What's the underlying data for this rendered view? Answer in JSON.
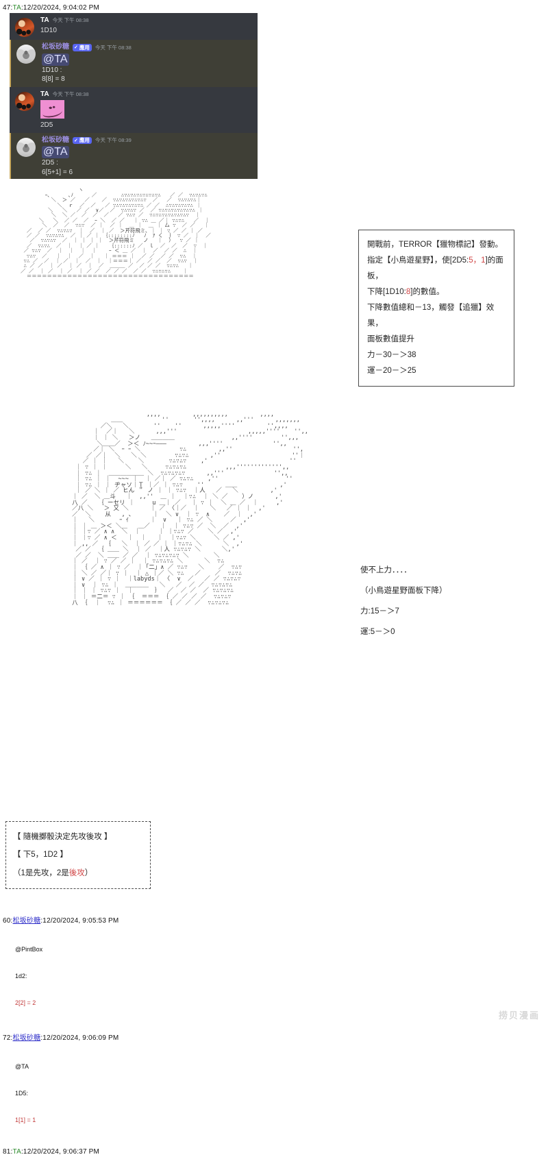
{
  "top_log": {
    "index": "47:",
    "speaker": "TA",
    "timestamp": ":12/20/2024, 9:04:02 PM"
  },
  "discord": {
    "messages": [
      {
        "id": "msg-ta-1d10",
        "author": "TA",
        "author_type": "user",
        "badge": null,
        "badge_check": null,
        "timestamp": "今天 下午 08:38",
        "mention": null,
        "text": "1D10",
        "has_sticker": false,
        "avatar": "avatar-ta"
      },
      {
        "id": "msg-bot-1d10",
        "author": "松坂砂糖",
        "author_type": "bot",
        "badge": "應用",
        "badge_check": "✓",
        "timestamp": "今天 下午 08:38",
        "mention": "@TA",
        "text": "1D10 :\n8[8] = 8",
        "has_sticker": false,
        "avatar": "avatar-bot"
      },
      {
        "id": "msg-ta-2d5",
        "author": "TA",
        "author_type": "user",
        "badge": null,
        "badge_check": null,
        "timestamp": "今天 下午 08:38",
        "mention": null,
        "text": "2D5",
        "has_sticker": true,
        "avatar": "avatar-ta"
      },
      {
        "id": "msg-bot-2d5",
        "author": "松坂砂糖",
        "author_type": "bot",
        "badge": "應用",
        "badge_check": "✓",
        "timestamp": "今天 下午 08:39",
        "mention": "@TA",
        "text": "2D5 :\n6[5+1] = 6",
        "has_sticker": false,
        "avatar": "avatar-bot"
      }
    ]
  },
  "ascii_art": {
    "top": "                   ヽ                                                         \n        ｰ､      ､ﾉ      ／        ∴∵∴∵∴∵∴∵∴∵∴∵∴   ／ ／  ∵∴∵∴∵∴\n          ＼  ＞ ／   ／    ／  ∵∴∵∴∵∴∵∴∵∴∵  ／   ／  ∵∴∵∴∵∴｜\n            ＼  ｒ  ／  ／   ／ ∵∴∵∴∵∴∵∴∵∴ ／ ／  ∴∵∴∵∴∵∴∵∴ ｜\n         ＼   ＼   ／ ／  ∨／  ／  ∵∴∵∴∵ ／  ／ ∵∴∵∴∵∴∵∴∵∴∵∴ ｜\n          ＼  ＼ ／  ／  ／  ／   ／ ∵∴∵ ／  ∵∴∵∴∵∴∵∴∵∴∵∴∵  ｜\n      ＼   ＼  ／ ／  ／  ｰ ＼  ／ ／   ｜ ∵∴ ＿ ／｜ ∵∴∵∴   ／  ｜\n       ＼  ／  ／  ∵∴∵  ／ ｜  ／ ｜  ＿ ｜  ＿ ｜ 厶 ∵  ／ ／   ｜\n  ／  ／ ／  ∵∴∵∴∵  ｜  ／  ｜ ／  ＞芹符飛ミ､ ｜ ｜ ∵ ／ ／ ｜ ／\n  ／ ／  ∵∴∵∴∵∴  ／ ｜ ／ ｜ ｛::::::::ﾉ   ﾉ  ｱ く  ｝ ∵ ／  ｜  ／\n   ／  ∵∴∵∴∵  ／  ｜ ｜ ｜ ｜  ＞芹符飛ミ   ノ   ｜  ）  ∵ ／ ｜\n  ／  ∵∴∵∴  ／  ｜  ｜ ／ ｜   ｛::::::ﾉ ／  ｌ  ／  ／  ／  ∵  ｜\n ／ ∵∴∵  ／  ｜  ｜  ｜  ｜    ｰ ＜ ＿ ／  ｜  ／  ／ ／  ∴  ｜\n  ∵∴∵  ／   ｜  ｜  ／  ｜   ｜ ＝＝＝ ｜  ／ ／  ／ ／  ∵∴  ｜\n ∵∴ ／  ／  ｜ ／  ｜  ／  ｜  ｜＝＝＝｜ ／  ／ ／  ／  ∵∴∵  ｜\n ∴ ／ ／  ｜ ／  ｜ ／  ｜  ／  ＿＿＿ ／  ／ ／ ／  ∵∴∵∴   ｜\n／ ／  ｜ ／  ｜ ／  ｜ ／ ／  ／ ／ ／  ／ ／  ∵∴∵∴∵∴    ｜\n  ＝＝＝＝＝＝＝＝＝＝＝＝＝＝＝＝＝＝＝＝＝＝＝＝＝＝＝＝＝＝＝＝＝",
    "mid": "                      ,,,,         ,,,,,,,,,,         ,,,,\n            ＿＿           ''       '',,,,      ,,'''      ,,,,,,,\n         ／＼   ＼       ''    ''      ,,,,,''''         '',,,,\n       ｜  ／｜   ＼      ,,,'''                    ,,,,,''''    '',,\n       ｜ ｜ ＼   ＞ノ   ＿＿＿＿                ,,''''        '',,,\n        ＼＿＿／  ＞＜ ﾉ~~ｰ―――         ,,,''''              '',,\n       ／｜ ＼  ｰ ｰ ＼           ∵∴         ,,''                 '',\n     ／ ／｜  ＼   ＼ ＼        ∵∴∵∴      ,''                    ''｜\n    ／ ｜ ｜   ＼    ＼       ∵∴∵∴∵    ,'                       ''\n  ｜ ∵ ｜ ｜     ＼   ＼     ∵∴∵∴∵∴           ,,,''''''''''''',,\n  ｜ ∵∴ ｜  ＿＿＿＿＿＿ ＼  ∵∴∵∴∵∴∵      ,,'''              '',,\n  ｜ ∵∴ ｜ ｜  ~~~ ｜  ｜ ／｜ ／ ∵∴∵∴    ,''                   ''\n  ｜ ∵∴ ｜ ｜ ヂャソ｜Ｔ ｜／ ｜ ∵∴∵    ''      ＿＿            ,'\n  ｜ ／ ＼ ｜ ／ ヒん ＂ ノ ｜ ｜ ∵∴∵  ｜人   ／   ＼         ,'\n ｜ ／  ＼ ＿斗   ｜  ,,''  ＿ ｜  ｜∵∴  ｜ ＼ ／    ）ノ      ,'\n 八 ／   ｛ ーセリ ｜     u ＿｜ ／   ｜ ∵ ｜  ＼ ＿ ／  ｜     ,'\n ／八 ＼   ＞ 又 ＼      ｜ ／ 〈｜／  ｜   ＼   ／ ｜ ｜  ,'\n ／  ＼    从   , ､      ｜  ＼ ∨  ｜ ∵  ∧    ／  ｜  ,'\n ｜   ＼       ｰ ｲ      ｜  ∨   ｜ ∵∴ ／ ＼     ／  ,'\n ｜ ｜ ＿ ＞＜ ＼＿   ＿／   ｜  ｜ ∵∴∵ ／  ＼  ／  ,'\n ｜ ｜∵ ／ ∧ ∧  ＼  ｜     ｜ ｜∵∴∵ ／    ＼ ／  ,'\n ｜ ｜∵ ／ ∧ ＜   ｜  ｜   ｜  ｜∵∴∵ ＼     ＼ ／ ,'\n ｜ ,, ／  ｛   ＼  ｜ ／ ／ ｜ ｜∵∴∵∴ ＼      ＼  ,'\n  ／ ／  ｛ ＿＿ ＼  ｜ ／  ｜人 ∵∴∵∴∵ ＼      ＼,'\n  ／ ／  ＼ ＿＿ ／ ／  ｜ ∵∴∵∴∵∴∵ ＼       ＼\n ｜ ／  ｜ ∵ ／ ／ ｜  ｜ ∵∴∵∴∵∴ ＼      ＼  ∵∴\n ｜ ｛ ／ ∧ ｜ ∵ ／  ｜「二」∧ ／ ∵∴∵   ＼    ／  ∵∴∵\n ｜ ＼ ／ ／｜ ∵ ｜  ｜ △ ｜／ ＼ ∵∴   ／    ／  ∵∴∵∴\n ｜ ∨ ／ ｜ ∵ ｜  ｜labyds｜ 〈  ∨  ／   ／ ／ ∵∴∵∴∵\n ｜ ∨  ｜ ∵∴ ｜  ＿＿＿＿   ＼   ／  ／ ／  ∵∴∵∴∵∴\n ｜ ｜ ｜ ∵∴∵ ｜  ｜      ｝  ／  ／ ／  ／ ∵∴∵∴∵∴\n ｜ ｜ ＝二＝ ∵ ｜ ｛  ＝＝＝ ｛ ／ ／ ／ ／  ∵∴∵∴∵\n 八 ｛  ｜  ∵∴ ｜ ＝＝＝＝＝＝ ｛ ／ ／ ／  ∵∴∵∴∵∴"
  },
  "box_terror": {
    "lines": [
      {
        "segments": [
          {
            "t": "開戰前，TERROR【獵物標記】發動。",
            "c": "normal"
          }
        ]
      },
      {
        "segments": [
          {
            "t": "指定【小鳥遊星野】，使[2D5:",
            "c": "normal"
          },
          {
            "t": "5，1",
            "c": "red"
          },
          {
            "t": "]的面板，",
            "c": "normal"
          }
        ]
      },
      {
        "segments": [
          {
            "t": "下降[1D10:",
            "c": "normal"
          },
          {
            "t": "8",
            "c": "red"
          },
          {
            "t": "]的數值。",
            "c": "normal"
          }
        ]
      },
      {
        "segments": [
          {
            "t": " ",
            "c": "normal"
          }
        ]
      },
      {
        "segments": [
          {
            "t": "下降數值總和－13，觸發【追獵】效果，",
            "c": "normal"
          }
        ]
      },
      {
        "segments": [
          {
            "t": "面板數值提升",
            "c": "normal"
          }
        ]
      },
      {
        "segments": [
          {
            "t": "力－30－＞38",
            "c": "normal"
          }
        ]
      },
      {
        "segments": [
          {
            "t": "運－20－＞25",
            "c": "normal"
          }
        ]
      }
    ]
  },
  "text_weak": {
    "lines": [
      "使不上力．．．．",
      "（小鳥遊星野面板下降）",
      "力:15－＞7",
      "運:5－＞0"
    ]
  },
  "box_initiative": {
    "line1": "【 隨機擲骰決定先攻後攻 】",
    "line2": "【 下5，1D2 】",
    "line3_a": "（1是先攻，2是",
    "line3_b": "後攻",
    "line3_c": "）"
  },
  "bottom_log": {
    "entries": [
      {
        "index": "60:",
        "speaker": "松坂砂糖",
        "speaker_type": "user",
        "timestamp": ":12/20/2024, 9:05:53 PM",
        "detail_mention": "@PintBox",
        "detail_cmd": "1d2:",
        "detail_result": "2[2] = 2"
      },
      {
        "index": "72:",
        "speaker": "松坂砂糖",
        "speaker_type": "user",
        "timestamp": ":12/20/2024, 9:06:09 PM",
        "detail_mention": "@TA",
        "detail_cmd": "1D5:",
        "detail_result": "1[1] = 1"
      },
      {
        "index": "81:",
        "speaker": "TA",
        "speaker_type": "ta",
        "timestamp": ":12/20/2024, 9:06:37 PM",
        "detail_mention": null,
        "detail_cmd": null,
        "detail_result": null
      }
    ]
  },
  "watermark": {
    "text": "捞贝漫画"
  }
}
